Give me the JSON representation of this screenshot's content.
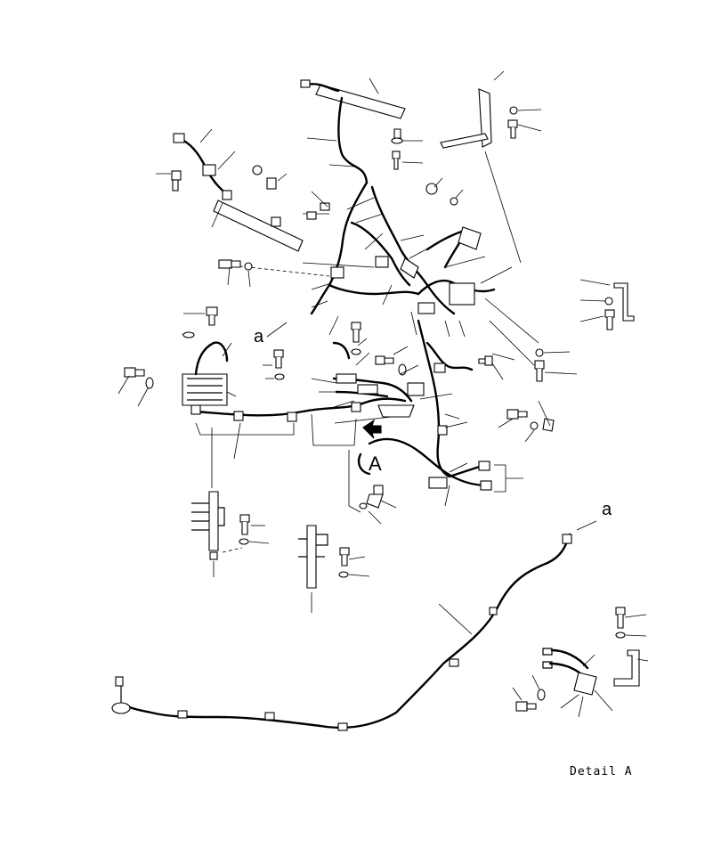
{
  "diagram": {
    "labels": {
      "a_top": "a",
      "a_right": "a",
      "A": "A",
      "detail": "Detail A"
    },
    "colors": {
      "line": "#000000",
      "background": "#ffffff"
    }
  }
}
